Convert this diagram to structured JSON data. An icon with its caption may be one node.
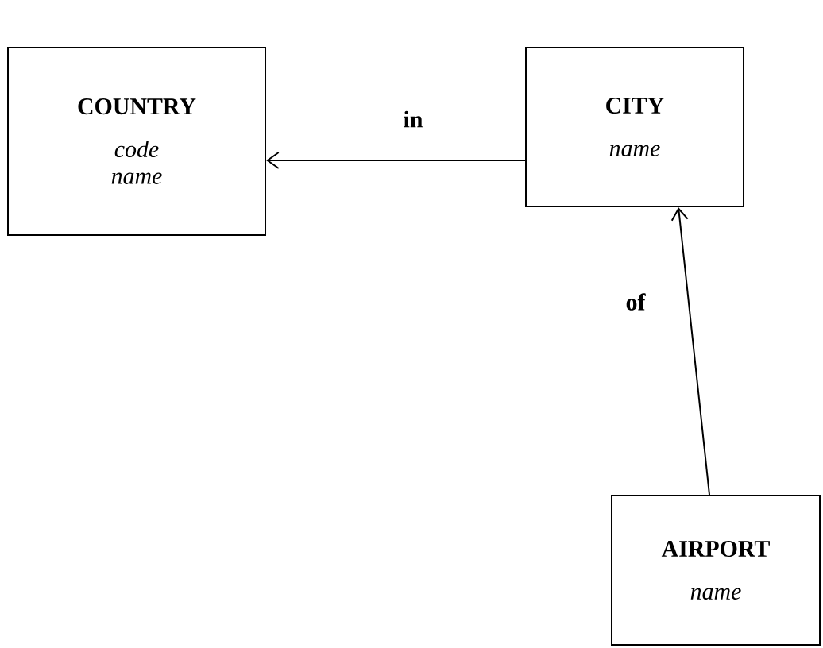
{
  "diagram": {
    "nodes": [
      {
        "text": [
          "COUNTRY",
          "code",
          "name"
        ]
      },
      {
        "text": [
          "CITY",
          "name"
        ]
      },
      {
        "text": [
          "AIRPORT",
          "name"
        ]
      }
    ],
    "edges": [
      {
        "from": 1,
        "to": 0,
        "arrow": "to",
        "label": "in"
      },
      {
        "from": 2,
        "to": 1,
        "arrow": "to",
        "label": "of"
      }
    ]
  }
}
